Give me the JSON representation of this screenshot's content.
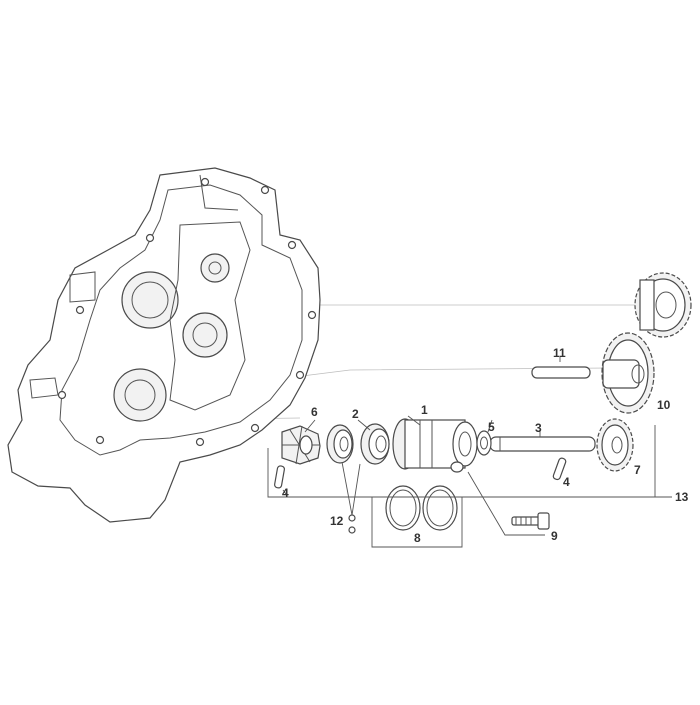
{
  "diagram": {
    "callouts": [
      {
        "id": "c1",
        "label": "1"
      },
      {
        "id": "c2",
        "label": "2"
      },
      {
        "id": "c3",
        "label": "3"
      },
      {
        "id": "c4a",
        "label": "4"
      },
      {
        "id": "c4b",
        "label": "4"
      },
      {
        "id": "c5",
        "label": "5"
      },
      {
        "id": "c6",
        "label": "6"
      },
      {
        "id": "c7",
        "label": "7"
      },
      {
        "id": "c8",
        "label": "8"
      },
      {
        "id": "c9",
        "label": "9"
      },
      {
        "id": "c10",
        "label": "10"
      },
      {
        "id": "c11",
        "label": "11"
      },
      {
        "id": "c12",
        "label": "12"
      },
      {
        "id": "c13",
        "label": "13"
      }
    ]
  }
}
